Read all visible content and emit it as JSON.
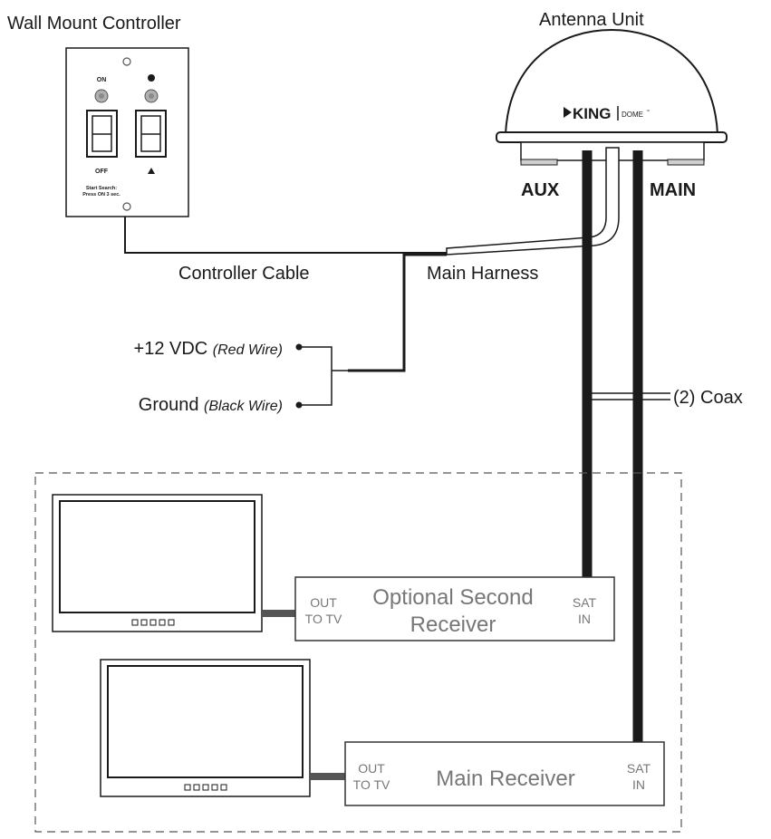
{
  "labels": {
    "wall_mount_controller": "Wall Mount Controller",
    "antenna_unit": "Antenna Unit",
    "aux": "AUX",
    "main": "MAIN",
    "controller_cable": "Controller Cable",
    "main_harness": "Main Harness",
    "vdc": "+12 VDC ",
    "red_wire": "(Red Wire)",
    "ground": "Ground ",
    "black_wire": "(Black Wire)",
    "coax": "(2) Coax"
  },
  "controller": {
    "on": "ON",
    "off": "OFF",
    "start_search_1": "Start Search:",
    "start_search_2": "Press ON 3 sec."
  },
  "antenna": {
    "brand": "KING",
    "model": "DOME",
    "tm": "™"
  },
  "second_receiver": {
    "title_1": "Optional Second",
    "title_2": "Receiver",
    "out_1": "OUT",
    "out_2": "TO TV",
    "sat_1": "SAT",
    "sat_2": "IN"
  },
  "main_receiver": {
    "title": "Main Receiver",
    "out_1": "OUT",
    "out_2": "TO TV",
    "sat_1": "SAT",
    "sat_2": "IN"
  }
}
